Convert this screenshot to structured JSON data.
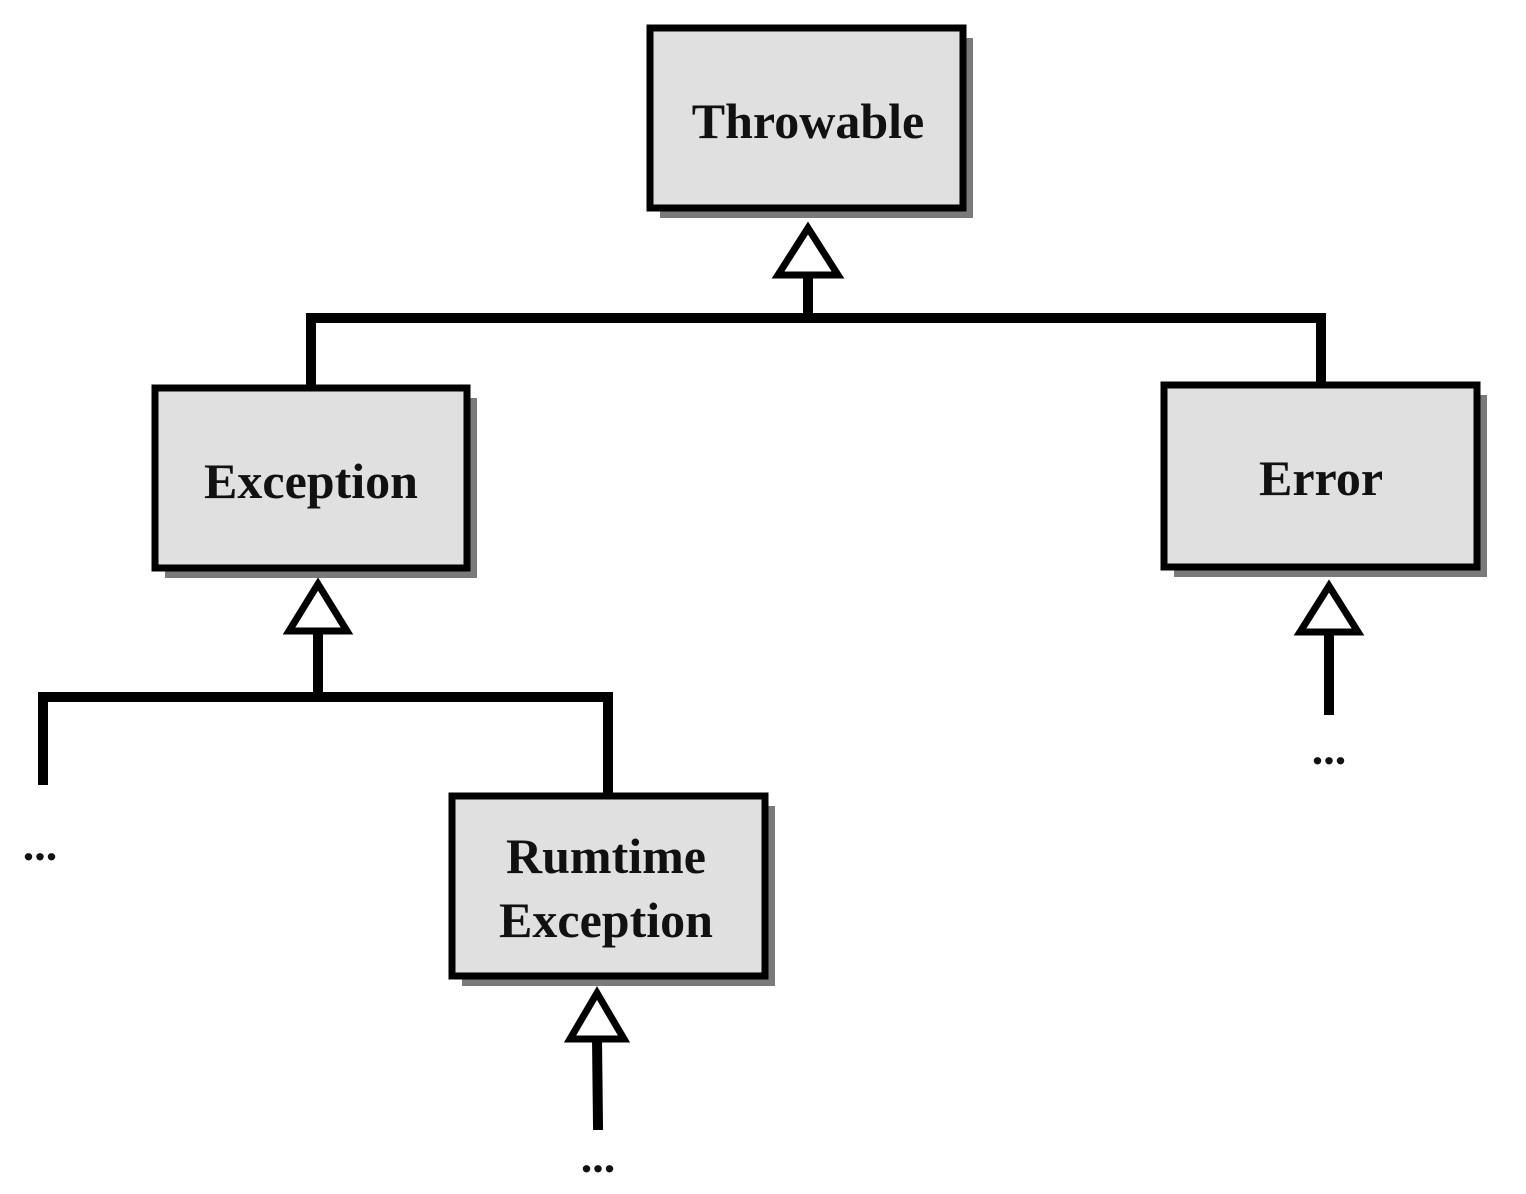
{
  "diagram": {
    "colors": {
      "box_fill": "#e0e0e0",
      "box_shadow": "#7a7a7a",
      "stroke": "#000000",
      "background": "#ffffff"
    },
    "nodes": {
      "throwable": {
        "label": "Throwable"
      },
      "exception": {
        "label": "Exception"
      },
      "error": {
        "label": "Error"
      },
      "runtime_exception": {
        "label_line1": "Rumtime",
        "label_line2": "Exception"
      }
    },
    "continuations": {
      "exception_other": "...",
      "error_sub": "...",
      "runtime_sub": "..."
    }
  }
}
